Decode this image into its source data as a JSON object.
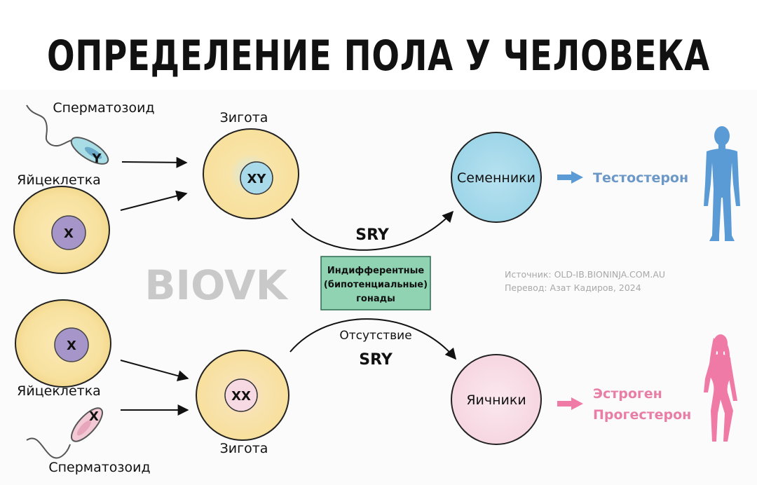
{
  "title": "ОПРЕДЕЛЕНИЕ ПОЛА У ЧЕЛОВЕКА",
  "watermark": "BIOVK",
  "source": {
    "line1": "Источник: OLD-IB.BIONINJA.COM.AU",
    "line2": "Перевод: Азат Кадиров, 2024"
  },
  "male_pathway": {
    "sperm_label": "Сперматозоид",
    "sperm_chromosome": "Y",
    "egg_label": "Яйцеклетка",
    "egg_chromosome": "X",
    "zygote_label": "Зигота",
    "zygote_chromosomes": "XY",
    "gene_label": "SRY",
    "gonad_label": "Семенники",
    "hormone_1": "Тестостерон"
  },
  "female_pathway": {
    "egg_label": "Яйцеклетка",
    "egg_chromosome": "X",
    "sperm_label": "Сперматозоид",
    "sperm_chromosome": "X",
    "zygote_label": "Зигота",
    "zygote_chromosomes": "XX",
    "absence_label": "Отсутствие",
    "gene_label": "SRY",
    "gonad_label": "Яичники",
    "hormone_1": "Эстроген",
    "hormone_2": "Прогестерон"
  },
  "indifferent_gonads": {
    "line1": "Индифферентные",
    "line2": "(бипотенциальные)",
    "line3": "гонады"
  },
  "colors": {
    "egg_fill": "#f8e19f",
    "egg_nucleus": "#a595c9",
    "zygote_nucleus_male": "#a9daea",
    "zygote_nucleus_female": "#f7d9e4",
    "testes_fill": "#a9dbec",
    "ovaries_fill": "#f9e0e8",
    "gonad_box": "#8fd3b2",
    "male_accent": "#5b9bd5",
    "female_accent": "#f07aa6",
    "sperm_male": "#a9dde6",
    "sperm_female": "#f3c9d6"
  }
}
